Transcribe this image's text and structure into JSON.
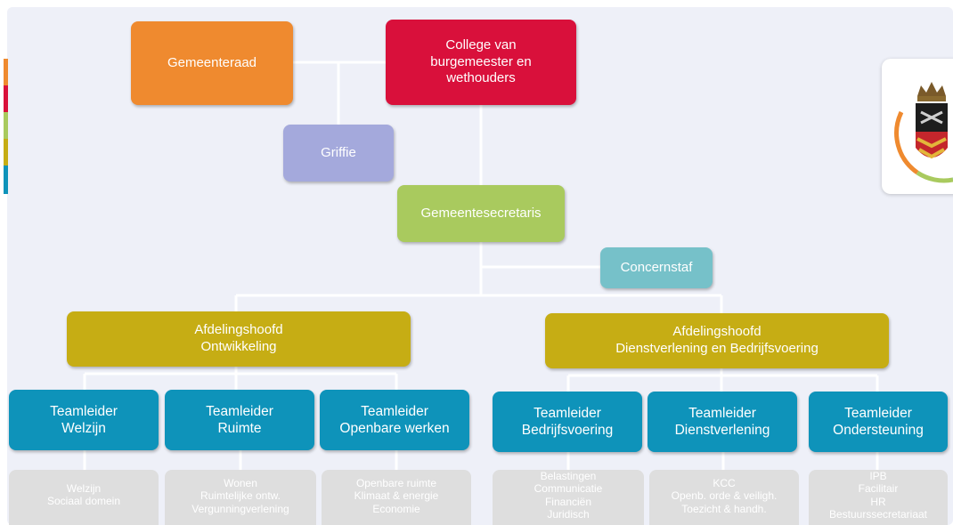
{
  "colors": {
    "background": "#eef0f8",
    "gemeenteraad": "#ef8a2f",
    "college": "#d9103b",
    "griffie": "#a4a9dc",
    "secretaris": "#a9ca5e",
    "concernstaf": "#76c1c9",
    "afdelingshoofd": "#c6ad14",
    "teamleider": "#0e93ba",
    "subtask": "#dedede",
    "connector": "#ffffff"
  },
  "accent_stripes": [
    "#ef8a2f",
    "#d9103b",
    "#a9ca5e",
    "#c6ad14",
    "#0e93ba"
  ],
  "logo": {
    "icon": "municipal-coat-of-arms-icon"
  },
  "org": {
    "gemeenteraad": "Gemeenteraad",
    "college": "College van\nburgemeester en\nwethouders",
    "griffie": "Griffie",
    "secretaris": "Gemeentesecretaris",
    "concernstaf": "Concernstaf",
    "afd_ontwikkeling": "Afdelingshoofd\nOntwikkeling",
    "afd_dienstverlening": "Afdelingshoofd\nDienstverlening en Bedrijfsvoering",
    "teams": [
      {
        "title": "Teamleider\nWelzijn",
        "tasks": "Welzijn\nSociaal domein"
      },
      {
        "title": "Teamleider\nRuimte",
        "tasks": "Wonen\nRuimtelijke ontw.\nVergunningverlening"
      },
      {
        "title": "Teamleider\nOpenbare werken",
        "tasks": "Openbare ruimte\nKlimaat & energie\nEconomie"
      },
      {
        "title": "Teamleider\nBedrijfsvoering",
        "tasks": "Belastingen\nCommunicatie\nFinanciën\nJuridisch"
      },
      {
        "title": "Teamleider\nDienstverlening",
        "tasks": "KCC\nOpenb. orde & veiligh.\nToezicht & handh."
      },
      {
        "title": "Teamleider\nOndersteuning",
        "tasks": "IPB\nFacilitair\nHR\nBestuurssecretariaat"
      }
    ]
  }
}
